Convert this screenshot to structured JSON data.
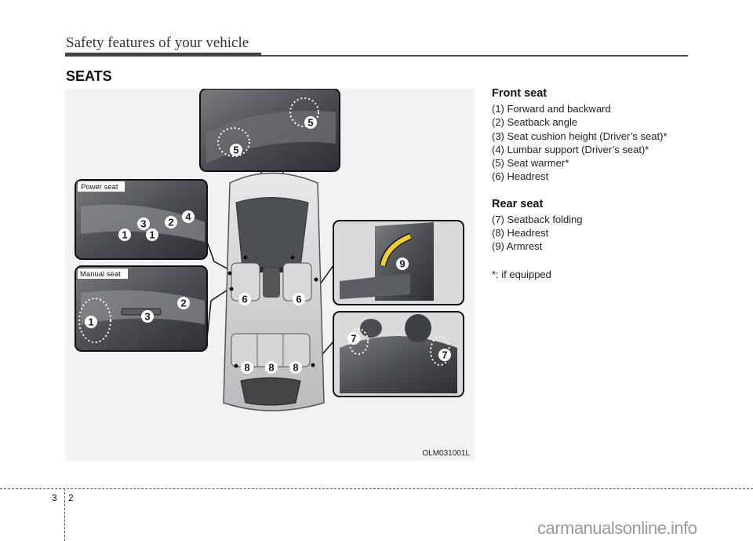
{
  "header": {
    "title": "Safety features of your vehicle"
  },
  "section": {
    "title": "SEATS"
  },
  "figure": {
    "code": "OLM031001L",
    "insets": {
      "power_seat_label": "Power seat",
      "manual_seat_label": "Manual seat"
    },
    "callouts": {
      "power_seat": [
        "1",
        "1",
        "3",
        "2",
        "4"
      ],
      "manual_seat": [
        "1",
        "3",
        "2"
      ],
      "seat_warmer": [
        "5",
        "5"
      ],
      "front_headrest": [
        "6",
        "6"
      ],
      "rear_headrest": [
        "8",
        "8",
        "8"
      ],
      "armrest": "9",
      "seatback_folding": [
        "7",
        "7"
      ]
    },
    "colors": {
      "background": "#f1f2f4",
      "armrest_arrow": "#f2d21b"
    }
  },
  "front_seat": {
    "title": "Front seat",
    "items": [
      "(1) Forward and backward",
      "(2) Seatback angle",
      "(3) Seat cushion height (Driver’s seat)*",
      "(4) Lumbar support (Driver’s seat)*",
      "(5) Seat warmer*",
      "(6) Headrest"
    ]
  },
  "rear_seat": {
    "title": "Rear seat",
    "items": [
      "(7) Seatback folding",
      "(8) Headrest",
      "(9) Armrest"
    ]
  },
  "footnote": "*: if equipped",
  "footer": {
    "chapter": "3",
    "page": "2",
    "watermark": "carmanualsonline.info"
  }
}
